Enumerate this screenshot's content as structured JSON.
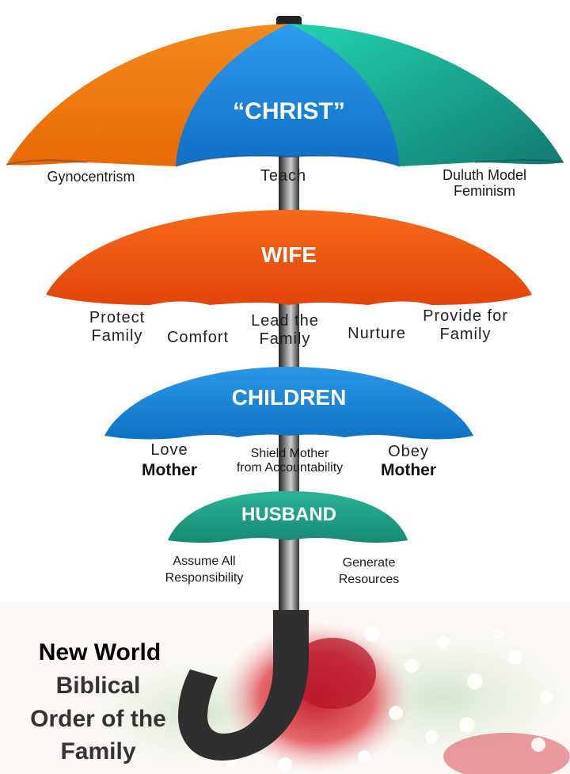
{
  "levels": {
    "christ": {
      "title": "“CHRIST”",
      "labels": [
        "Gynocentrism",
        "Teach",
        "Duluth Model",
        "Feminism"
      ],
      "colors": {
        "left": "#f07d0e",
        "center": "#1e88e5",
        "right": "#1fb89c"
      }
    },
    "wife": {
      "title": "WIFE",
      "labels": [
        "Protect",
        "Family",
        "Comfort",
        "Lead the",
        "Family",
        "Nurture",
        "Provide for",
        "Family"
      ],
      "color": "#f0510c"
    },
    "children": {
      "title": "CHILDREN",
      "labels": [
        "Love",
        "Mother",
        "Shield Mother",
        "from Accountability",
        "Obey",
        "Mother"
      ],
      "color": "#1b86d6"
    },
    "husband": {
      "title": "HUSBAND",
      "labels": [
        "Assume All",
        "Responsibility",
        "Generate",
        "Resources"
      ],
      "color": "#1e9980"
    }
  },
  "caption": [
    "New World",
    "Biblical",
    "Order of the",
    "Family"
  ],
  "icons": {
    "handle": "umbrella-handle-icon",
    "background": "rose-flower-icon"
  }
}
